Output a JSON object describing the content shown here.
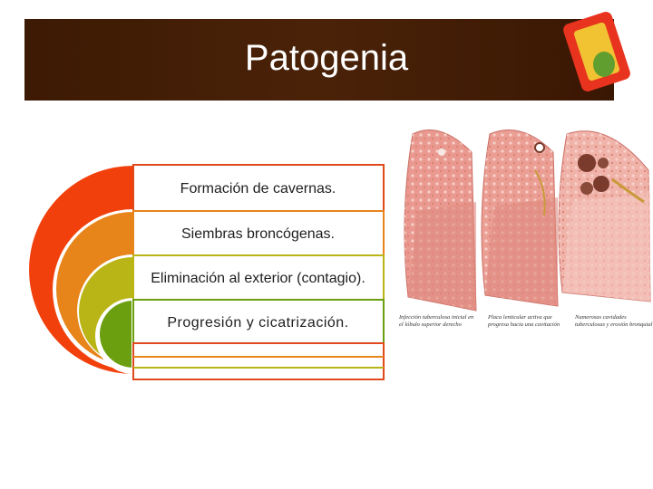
{
  "slide": {
    "title": "Patogenia",
    "items": [
      "Formación de cavernas.",
      "Siembras broncógenas.",
      "Eliminación al exterior (contagio).",
      "Progresión y cicatrización."
    ]
  },
  "figure": {
    "captions": [
      "Infección tuberculosa inicial en el lóbulo superior derecho",
      "Placa lenticular activa que progresa hacia una cavitación",
      "Numerosas cavidades tuberculosas y erosión bronquial"
    ]
  },
  "colors": {
    "title_bar": "#3d1a04",
    "arc_red": "#f2400c",
    "arc_orange": "#e7841a",
    "arc_olive": "#b9b516",
    "arc_green": "#6c9f10",
    "box_border": "#e0491b",
    "logo_red": "#e8331f",
    "logo_yellow": "#f1c232",
    "logo_green": "#5f9e2f",
    "lung_pink": "#e9998f"
  }
}
